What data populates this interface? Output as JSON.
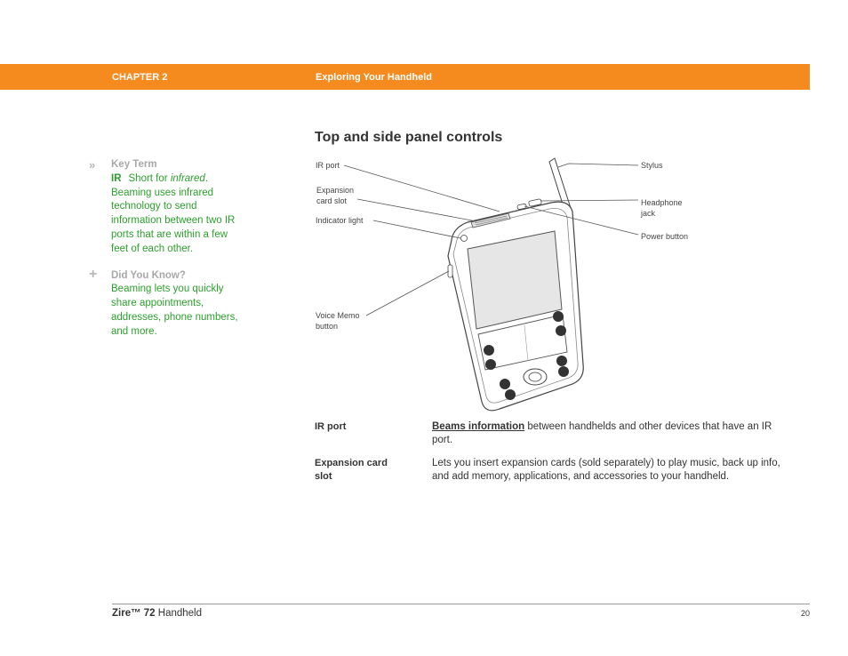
{
  "header": {
    "chapter": "CHAPTER 2",
    "title": "Exploring Your Handheld"
  },
  "page_title": "Top and side panel controls",
  "sidebar": {
    "key_term": {
      "icon": "double-chevron-icon",
      "heading": "Key Term",
      "term": "IR",
      "text_before": "Short for ",
      "italic_word": "infrared",
      "text_after": ". Beaming uses infrared technology to send information between two IR ports that are within a few feet of each other."
    },
    "did_you_know": {
      "icon": "plus-icon",
      "heading": "Did You Know?",
      "text": "Beaming lets you quickly share appointments, addresses, phone numbers, and more."
    }
  },
  "diagram": {
    "callouts": {
      "ir_port": "IR port",
      "expansion_line1": "Expansion",
      "expansion_line2": "card slot",
      "indicator": "Indicator light",
      "voice_line1": "Voice Memo",
      "voice_line2": "button",
      "stylus": "Stylus",
      "headphone_line1": "Headphone",
      "headphone_line2": "jack",
      "power": "Power button"
    }
  },
  "definitions": [
    {
      "term": "IR port",
      "link": "Beams information",
      "text": " between handhelds and other devices that have an IR port."
    },
    {
      "term_line1": "Expansion card",
      "term_line2": "slot",
      "text": "Lets you insert expansion cards (sold separately) to play music, back up info, and add memory, applications, and accessories to your handheld."
    }
  ],
  "footer": {
    "product_bold": "Zire™ 72",
    "product_rest": " Handheld",
    "page_number": "20"
  },
  "colors": {
    "accent_orange": "#f58a1f",
    "sidebar_green": "#2ca02c",
    "heading_gray": "#a8a8a8"
  }
}
